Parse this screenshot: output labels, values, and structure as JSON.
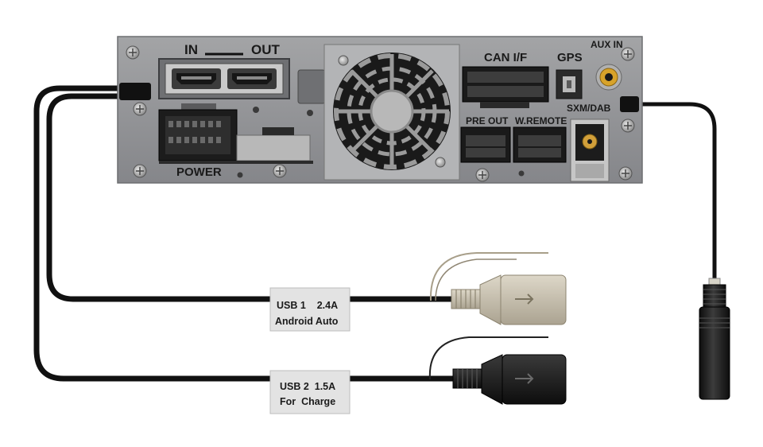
{
  "panel": {
    "labels": {
      "in": "IN",
      "out": "OUT",
      "power": "POWER",
      "can_if": "CAN I/F",
      "gps": "GPS",
      "aux_in": "AUX IN",
      "sxm_dab": "SXM/DAB",
      "pre_out": "PRE OUT",
      "w_remote": "W.REMOTE"
    }
  },
  "usb1": {
    "line1": "USB 1    2.4A",
    "line2": "Android Auto"
  },
  "usb2": {
    "line1": "USB 2  1.5A",
    "line2": "For  Charge"
  },
  "colors": {
    "panel": "#8e8f91",
    "cable": "#111111",
    "usb1_connector": "#c9c2b2",
    "usb2_connector": "#1a1a1a"
  }
}
